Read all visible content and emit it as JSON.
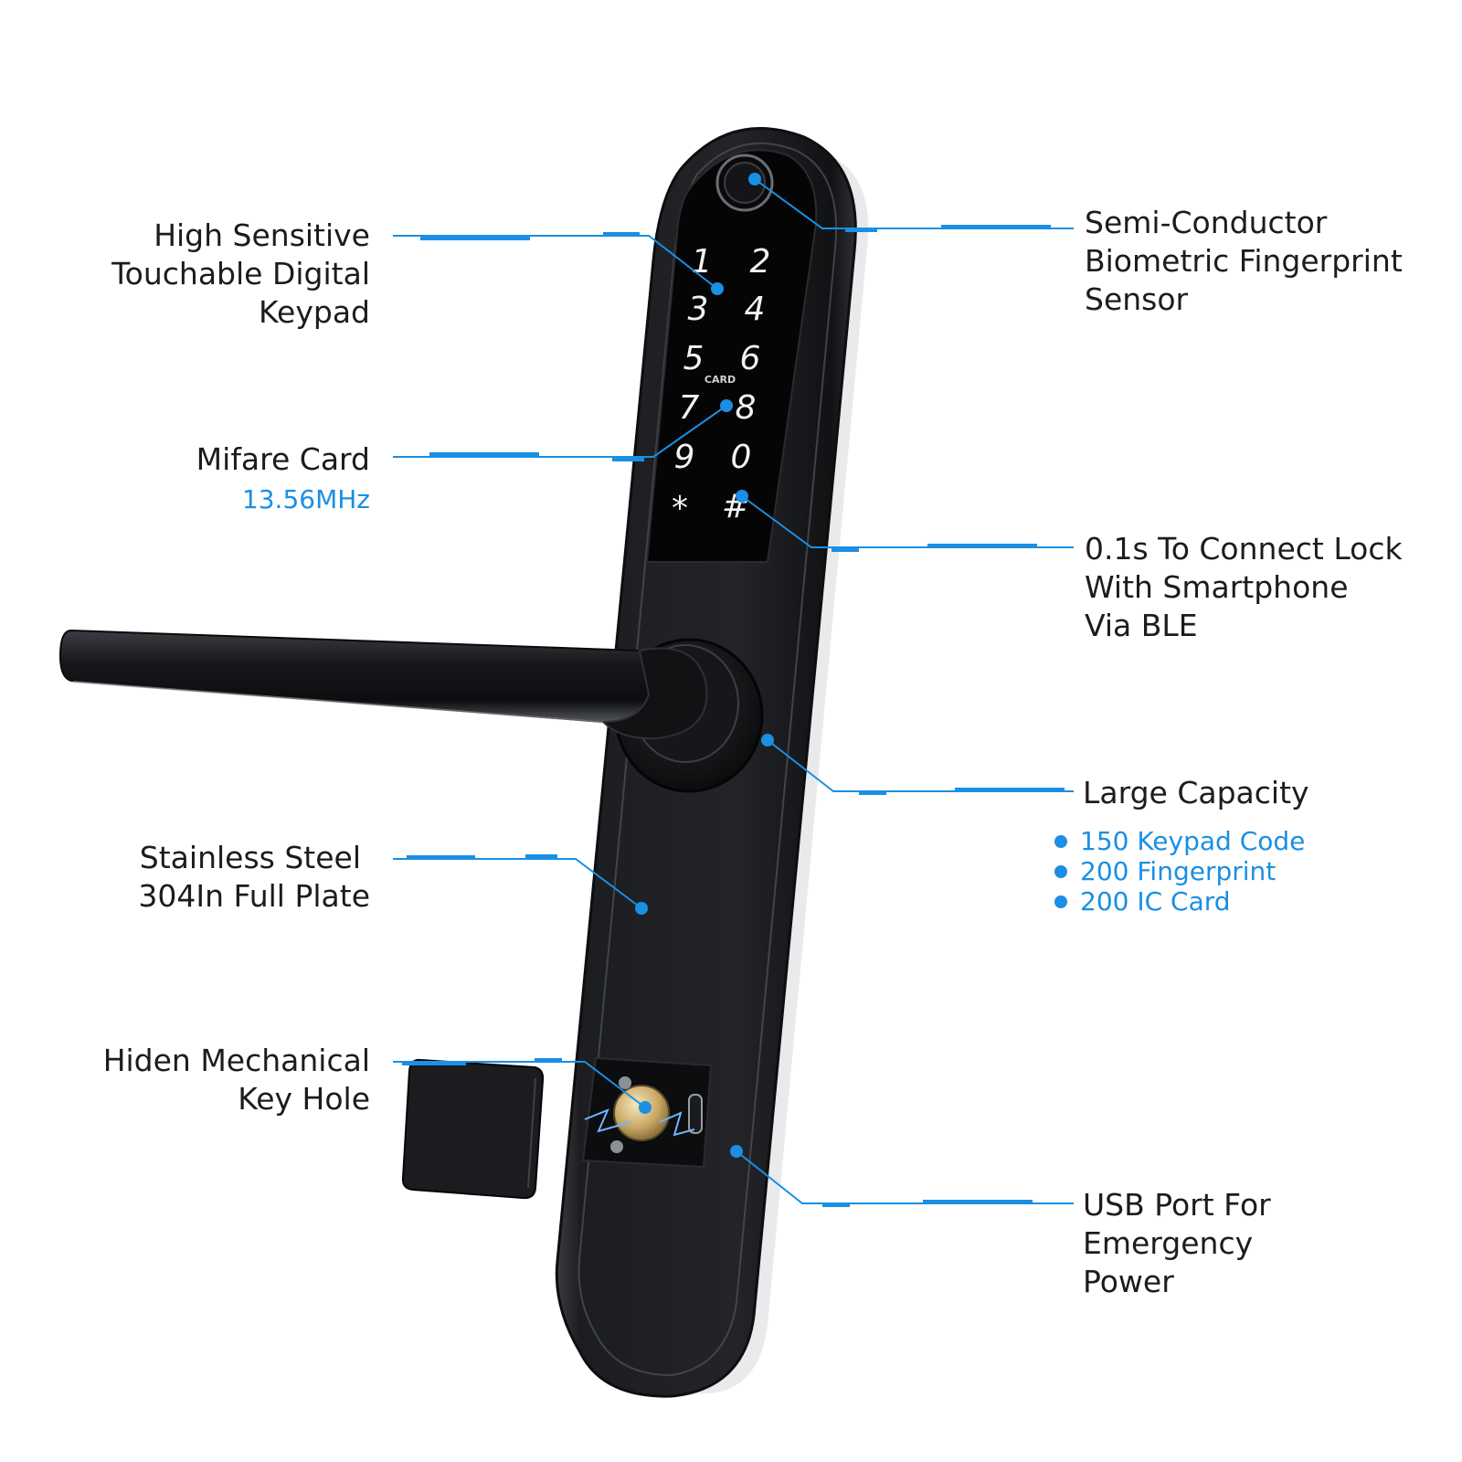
{
  "labels": {
    "keypad": [
      "High Sensitive",
      "Touchable Digital",
      "Keypad"
    ],
    "card_title": "Mifare Card",
    "card_freq": "13.56MHz",
    "steel": [
      "Stainless Steel",
      "304In Full Plate"
    ],
    "keyhole": [
      "Hiden Mechanical",
      "Key Hole"
    ],
    "fingerprint": [
      "Semi-Conductor",
      "Biometric Fingerprint",
      "Sensor"
    ],
    "ble": [
      "0.1s To Connect Lock",
      "With Smartphone",
      "Via BLE"
    ],
    "capacity_title": "Large Capacity",
    "capacity_items": [
      "150 Keypad Code",
      "200 Fingerprint",
      "200 IC Card"
    ],
    "usb": [
      "USB Port For",
      "Emergency",
      "Power"
    ]
  },
  "keypad": {
    "keys": [
      "1",
      "2",
      "3",
      "4",
      "5",
      "6",
      "7",
      "8",
      "9",
      "0",
      "*",
      "#"
    ],
    "card_mark": "CARD"
  },
  "colors": {
    "accent": "#1a8fe3",
    "text": "#1c1c1c",
    "lock_body": "#1e1f22",
    "panel": "#050506"
  }
}
